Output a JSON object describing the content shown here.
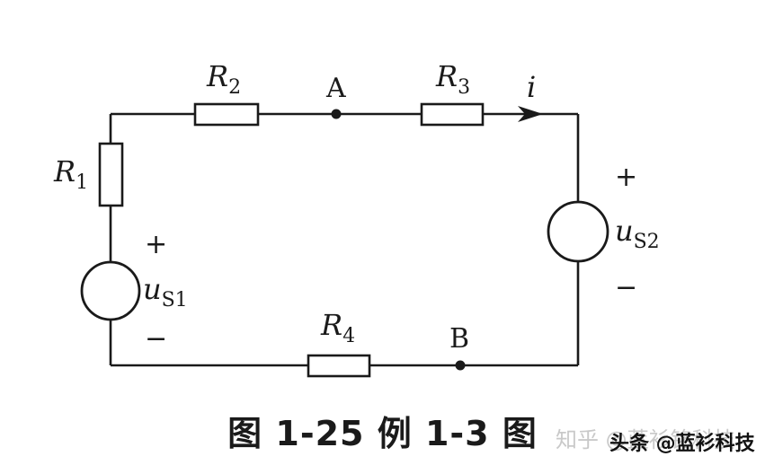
{
  "diagram": {
    "resistors": {
      "r1": {
        "symbol": "R",
        "sub": "1"
      },
      "r2": {
        "symbol": "R",
        "sub": "2"
      },
      "r3": {
        "symbol": "R",
        "sub": "3"
      },
      "r4": {
        "symbol": "R",
        "sub": "4"
      }
    },
    "sources": {
      "us1": {
        "symbol": "u",
        "sub": "S1",
        "plus": "+",
        "minus": "−"
      },
      "us2": {
        "symbol": "u",
        "sub": "S2",
        "plus": "+",
        "minus": "−"
      }
    },
    "nodes": {
      "a": "A",
      "b": "B"
    },
    "current": {
      "symbol": "i"
    }
  },
  "caption": "图 1-25 例 1-3 图",
  "watermark": "知乎 @蓝衫铭科技",
  "credit": "头条 @蓝衫科技"
}
